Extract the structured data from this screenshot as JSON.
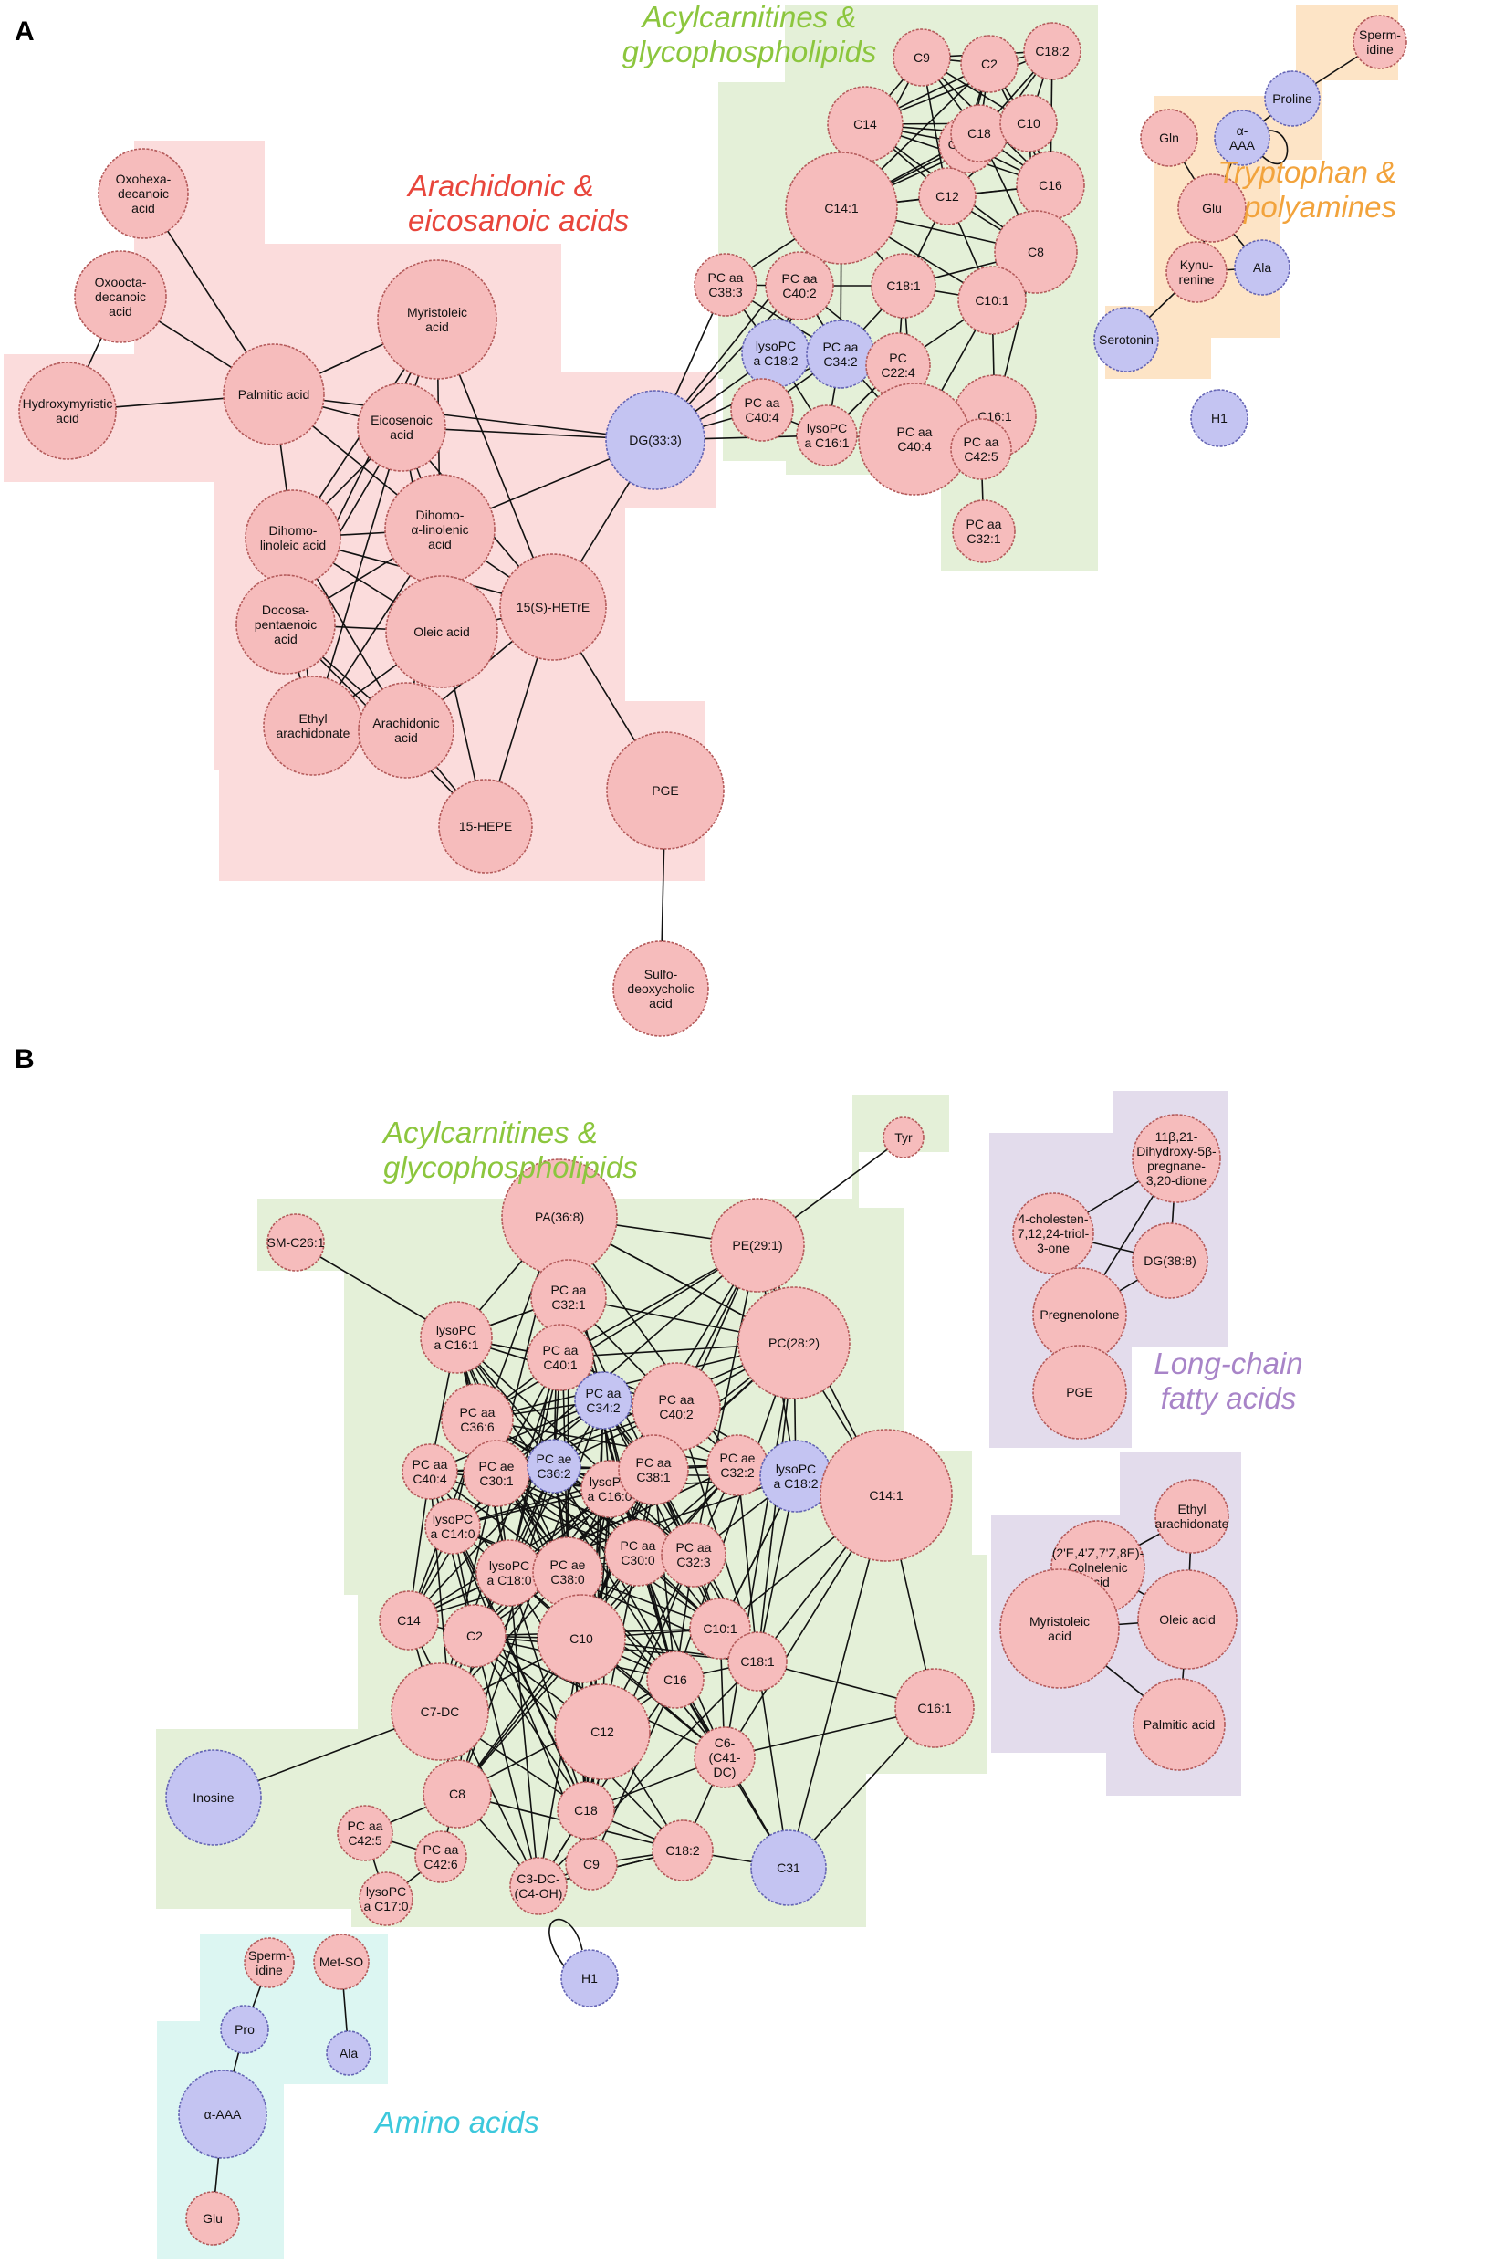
{
  "colors": {
    "node_red": "#f6bcbc",
    "node_red_stroke": "#b45a5a",
    "node_blue": "#c4c4f2",
    "node_blue_stroke": "#6464b4",
    "region_red": "#fbdcdc",
    "region_green": "#e4f0d8",
    "region_orange": "#fde4c6",
    "region_purple": "#e3dcec",
    "region_cyan": "#dcf6f2",
    "label_red": "#e8463c",
    "label_green": "#8cc63e",
    "label_orange": "#f2a33c",
    "label_purple": "#a884c8",
    "label_cyan": "#3cc8dc"
  },
  "panels": [
    {
      "letter": "A",
      "clusters": [
        {
          "id": "arachidonic",
          "color": "red",
          "title": [
            "Arachidonic &",
            "eicosanoic acids"
          ]
        },
        {
          "id": "acylA",
          "color": "green",
          "title": [
            "Acylcarnitines &",
            "glycophospholipids"
          ]
        },
        {
          "id": "tryp",
          "color": "orange",
          "title": [
            "Tryptophan &",
            "polyamines"
          ]
        }
      ],
      "nodes": [
        {
          "id": "oxohexa",
          "label": [
            "Oxohexa-",
            "decanoic",
            "acid"
          ],
          "color": "red"
        },
        {
          "id": "oxoocta",
          "label": [
            "Oxoocta-",
            "decanoic",
            "acid"
          ],
          "color": "red"
        },
        {
          "id": "hydroxymyr",
          "label": [
            "Hydroxymyristic",
            "acid"
          ],
          "color": "red"
        },
        {
          "id": "palmiticA",
          "label": [
            "Palmitic acid"
          ],
          "color": "red"
        },
        {
          "id": "myristoleicA",
          "label": [
            "Myristoleic",
            "acid"
          ],
          "color": "red"
        },
        {
          "id": "eicosenoic",
          "label": [
            "Eicosenoic",
            "acid"
          ],
          "color": "red"
        },
        {
          "id": "dihomolin",
          "label": [
            "Dihomo-",
            "linoleic acid"
          ],
          "color": "red"
        },
        {
          "id": "dihomoalpha",
          "label": [
            "Dihomo-",
            "α-linolenic",
            "acid"
          ],
          "color": "red"
        },
        {
          "id": "docosa",
          "label": [
            "Docosa-",
            "pentaenoic",
            "acid"
          ],
          "color": "red"
        },
        {
          "id": "oleicA",
          "label": [
            "Oleic acid"
          ],
          "color": "red"
        },
        {
          "id": "hetre",
          "label": [
            "15(S)-HETrE"
          ],
          "color": "red"
        },
        {
          "id": "ethylA",
          "label": [
            "Ethyl",
            "arachidonate"
          ],
          "color": "red"
        },
        {
          "id": "arachidonic",
          "label": [
            "Arachidonic",
            "acid"
          ],
          "color": "red"
        },
        {
          "id": "hepe",
          "label": [
            "15-HEPE"
          ],
          "color": "red"
        },
        {
          "id": "pgeA",
          "label": [
            "PGE"
          ],
          "color": "red"
        },
        {
          "id": "sulfo",
          "label": [
            "Sulfo-",
            "deoxycholic",
            "acid"
          ],
          "color": "red"
        },
        {
          "id": "dg333",
          "label": [
            "DG(33:3)"
          ],
          "color": "blue"
        },
        {
          "id": "c9A",
          "label": [
            "C9"
          ],
          "color": "red"
        },
        {
          "id": "c2A",
          "label": [
            "C2"
          ],
          "color": "red"
        },
        {
          "id": "c182A",
          "label": [
            "C18:2"
          ],
          "color": "red"
        },
        {
          "id": "c14A",
          "label": [
            "C14"
          ],
          "color": "red"
        },
        {
          "id": "c7dcA",
          "label": [
            "C7-DC"
          ],
          "color": "red"
        },
        {
          "id": "c18A",
          "label": [
            "C18"
          ],
          "color": "red"
        },
        {
          "id": "c10A",
          "label": [
            "C10"
          ],
          "color": "red"
        },
        {
          "id": "c12A",
          "label": [
            "C12"
          ],
          "color": "red"
        },
        {
          "id": "c16A",
          "label": [
            "C16"
          ],
          "color": "red"
        },
        {
          "id": "c141A",
          "label": [
            "C14:1"
          ],
          "color": "red"
        },
        {
          "id": "c8A",
          "label": [
            "C8"
          ],
          "color": "red"
        },
        {
          "id": "pc383A",
          "label": [
            "PC aa",
            "C38:3"
          ],
          "color": "red"
        },
        {
          "id": "pc402A",
          "label": [
            "PC aa",
            "C40:2"
          ],
          "color": "red"
        },
        {
          "id": "c181A",
          "label": [
            "C18:1"
          ],
          "color": "red"
        },
        {
          "id": "c101A",
          "label": [
            "C10:1"
          ],
          "color": "red"
        },
        {
          "id": "lyso182A",
          "label": [
            "lysoPC",
            "a C18:2"
          ],
          "color": "blue"
        },
        {
          "id": "pc342A",
          "label": [
            "PC aa",
            "C34:2"
          ],
          "color": "blue"
        },
        {
          "id": "pc224A",
          "label": [
            "PC",
            "C22:4"
          ],
          "color": "red"
        },
        {
          "id": "c161A",
          "label": [
            "C16:1"
          ],
          "color": "red"
        },
        {
          "id": "pc404aA",
          "label": [
            "PC aa",
            "C40:4"
          ],
          "color": "red"
        },
        {
          "id": "lyso161A",
          "label": [
            "lysoPC",
            "a C16:1"
          ],
          "color": "red"
        },
        {
          "id": "pc404bA",
          "label": [
            "PC aa",
            "C40:4"
          ],
          "color": "red"
        },
        {
          "id": "pc425A",
          "label": [
            "PC aa",
            "C42:5"
          ],
          "color": "red"
        },
        {
          "id": "pc321A",
          "label": [
            "PC aa",
            "C32:1"
          ],
          "color": "red"
        },
        {
          "id": "spermA",
          "label": [
            "Sperm-",
            "idine"
          ],
          "color": "red"
        },
        {
          "id": "prolineA",
          "label": [
            "Proline"
          ],
          "color": "blue"
        },
        {
          "id": "glnA",
          "label": [
            "Gln"
          ],
          "color": "red"
        },
        {
          "id": "aaaA",
          "label": [
            "α-",
            "AAA"
          ],
          "color": "blue"
        },
        {
          "id": "gluA",
          "label": [
            "Glu"
          ],
          "color": "red"
        },
        {
          "id": "kynA",
          "label": [
            "Kynu-",
            "renine"
          ],
          "color": "red"
        },
        {
          "id": "alaA",
          "label": [
            "Ala"
          ],
          "color": "blue"
        },
        {
          "id": "serotoninA",
          "label": [
            "Serotonin"
          ],
          "color": "blue"
        },
        {
          "id": "h1A",
          "label": [
            "H1"
          ],
          "color": "blue"
        }
      ]
    },
    {
      "letter": "B",
      "clusters": [
        {
          "id": "acylB",
          "color": "green",
          "title": [
            "Acylcarnitines &",
            "glycophospholipids"
          ]
        },
        {
          "id": "lcfa",
          "color": "purple",
          "title": [
            "Long-chain",
            "fatty acids"
          ]
        },
        {
          "id": "amino",
          "color": "cyan",
          "title": [
            "Amino acids"
          ]
        }
      ],
      "nodes": [
        {
          "id": "tyrB",
          "label": [
            "Tyr"
          ],
          "color": "red"
        },
        {
          "id": "pa368B",
          "label": [
            "PA(36:8)"
          ],
          "color": "red"
        },
        {
          "id": "smB",
          "label": [
            "SM-C26:1"
          ],
          "color": "red"
        },
        {
          "id": "pe291B",
          "label": [
            "PE(29:1)"
          ],
          "color": "red"
        },
        {
          "id": "pc321B",
          "label": [
            "PC aa",
            "C32:1"
          ],
          "color": "red"
        },
        {
          "id": "lyso161B",
          "label": [
            "lysoPC",
            "a C16:1"
          ],
          "color": "red"
        },
        {
          "id": "pc282B",
          "label": [
            "PC(28:2)"
          ],
          "color": "red"
        },
        {
          "id": "pc401B",
          "label": [
            "PC aa",
            "C40:1"
          ],
          "color": "red"
        },
        {
          "id": "pc366B",
          "label": [
            "PC aa",
            "C36:6"
          ],
          "color": "red"
        },
        {
          "id": "pc342B",
          "label": [
            "PC aa",
            "C34:2"
          ],
          "color": "blue"
        },
        {
          "id": "pc402B",
          "label": [
            "PC aa",
            "C40:2"
          ],
          "color": "red"
        },
        {
          "id": "pc404B",
          "label": [
            "PC aa",
            "C40:4"
          ],
          "color": "red"
        },
        {
          "id": "pcae301B",
          "label": [
            "PC ae",
            "C30:1"
          ],
          "color": "red"
        },
        {
          "id": "pcae362B",
          "label": [
            "PC ae",
            "C36:2"
          ],
          "color": "blue"
        },
        {
          "id": "lyso160B",
          "label": [
            "lysoPC",
            "a C16:0"
          ],
          "color": "red"
        },
        {
          "id": "pc381B",
          "label": [
            "PC aa",
            "C38:1"
          ],
          "color": "red"
        },
        {
          "id": "pcae322B",
          "label": [
            "PC ae",
            "C32:2"
          ],
          "color": "red"
        },
        {
          "id": "lyso182B",
          "label": [
            "lysoPC",
            "a C18:2"
          ],
          "color": "blue"
        },
        {
          "id": "c141B",
          "label": [
            "C14:1"
          ],
          "color": "red"
        },
        {
          "id": "lyso140B",
          "label": [
            "lysoPC",
            "a C14:0"
          ],
          "color": "red"
        },
        {
          "id": "lyso180B",
          "label": [
            "lysoPC",
            "a C18:0"
          ],
          "color": "red"
        },
        {
          "id": "pcae380B",
          "label": [
            "PC ae",
            "C38:0"
          ],
          "color": "red"
        },
        {
          "id": "pc300B",
          "label": [
            "PC aa",
            "C30:0"
          ],
          "color": "red"
        },
        {
          "id": "pc323B",
          "label": [
            "PC aa",
            "C32:3"
          ],
          "color": "red"
        },
        {
          "id": "c101B",
          "label": [
            "C10:1"
          ],
          "color": "red"
        },
        {
          "id": "c14B",
          "label": [
            "C14"
          ],
          "color": "red"
        },
        {
          "id": "c2B",
          "label": [
            "C2"
          ],
          "color": "red"
        },
        {
          "id": "c10B",
          "label": [
            "C10"
          ],
          "color": "red"
        },
        {
          "id": "c181B",
          "label": [
            "C18:1"
          ],
          "color": "red"
        },
        {
          "id": "c16B",
          "label": [
            "C16"
          ],
          "color": "red"
        },
        {
          "id": "c7dcB",
          "label": [
            "C7-DC"
          ],
          "color": "red"
        },
        {
          "id": "c12B",
          "label": [
            "C12"
          ],
          "color": "red"
        },
        {
          "id": "c6B",
          "label": [
            "C6-",
            "(C41-",
            "DC)"
          ],
          "color": "red"
        },
        {
          "id": "c161B",
          "label": [
            "C16:1"
          ],
          "color": "red"
        },
        {
          "id": "c8B",
          "label": [
            "C8"
          ],
          "color": "red"
        },
        {
          "id": "inosineB",
          "label": [
            "Inosine"
          ],
          "color": "blue"
        },
        {
          "id": "pc425B",
          "label": [
            "PC aa",
            "C42:5"
          ],
          "color": "red"
        },
        {
          "id": "pc426B",
          "label": [
            "PC aa",
            "C42:6"
          ],
          "color": "red"
        },
        {
          "id": "lyso170B",
          "label": [
            "lysoPC",
            "a C17:0"
          ],
          "color": "red"
        },
        {
          "id": "c18B",
          "label": [
            "C18"
          ],
          "color": "red"
        },
        {
          "id": "c182B",
          "label": [
            "C18:2"
          ],
          "color": "red"
        },
        {
          "id": "c3dcB",
          "label": [
            "C3-DC-",
            "(C4-OH)"
          ],
          "color": "red"
        },
        {
          "id": "c9B",
          "label": [
            "C9"
          ],
          "color": "red"
        },
        {
          "id": "c31B",
          "label": [
            "C31"
          ],
          "color": "blue"
        },
        {
          "id": "h1B",
          "label": [
            "H1"
          ],
          "color": "blue"
        },
        {
          "id": "dihydroxyB",
          "label": [
            "11β,21-",
            "Dihydroxy-5β-",
            "pregnane-",
            "3,20-dione"
          ],
          "color": "red"
        },
        {
          "id": "cholestenB",
          "label": [
            "4-cholesten-",
            "7,12,24-triol-",
            "3-one"
          ],
          "color": "red"
        },
        {
          "id": "dg388B",
          "label": [
            "DG(38:8)"
          ],
          "color": "red"
        },
        {
          "id": "pregnB",
          "label": [
            "Pregnenolone"
          ],
          "color": "red"
        },
        {
          "id": "pgeB",
          "label": [
            "PGE"
          ],
          "color": "red"
        },
        {
          "id": "ethylB",
          "label": [
            "Ethyl",
            "arachidonate"
          ],
          "color": "red"
        },
        {
          "id": "colnelenicB",
          "label": [
            "(2'E,4'Z,7'Z,8E)-",
            "Colnelenic",
            "acid"
          ],
          "color": "red"
        },
        {
          "id": "oleicB",
          "label": [
            "Oleic acid"
          ],
          "color": "red"
        },
        {
          "id": "myristoleicB",
          "label": [
            "Myristoleic",
            "acid"
          ],
          "color": "red"
        },
        {
          "id": "palmiticB",
          "label": [
            "Palmitic acid"
          ],
          "color": "red"
        },
        {
          "id": "spermB",
          "label": [
            "Sperm-",
            "idine"
          ],
          "color": "red"
        },
        {
          "id": "metsoB",
          "label": [
            "Met-SO"
          ],
          "color": "red"
        },
        {
          "id": "proB",
          "label": [
            "Pro"
          ],
          "color": "blue"
        },
        {
          "id": "alaB",
          "label": [
            "Ala"
          ],
          "color": "blue"
        },
        {
          "id": "aaaB",
          "label": [
            "α-AAA"
          ],
          "color": "blue"
        },
        {
          "id": "gluB",
          "label": [
            "Glu"
          ],
          "color": "red"
        }
      ]
    }
  ]
}
